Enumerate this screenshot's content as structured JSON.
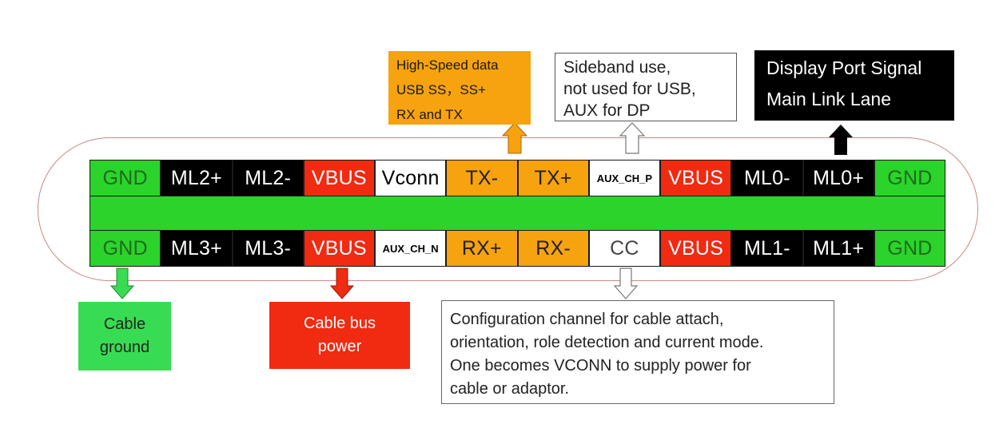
{
  "pins": {
    "top": [
      {
        "label": "GND",
        "bg": "#2bd32b",
        "fg": "#1d6b1d"
      },
      {
        "label": "ML2+",
        "bg": "#000000",
        "fg": "#ffffff"
      },
      {
        "label": "ML2-",
        "bg": "#000000",
        "fg": "#ffffff"
      },
      {
        "label": "VBUS",
        "bg": "#f12a12",
        "fg": "#ffffff"
      },
      {
        "label": "Vconn",
        "bg": "#ffffff",
        "fg": "#000000"
      },
      {
        "label": "TX-",
        "bg": "#f7a20f",
        "fg": "#222222"
      },
      {
        "label": "TX+",
        "bg": "#f7a20f",
        "fg": "#222222"
      },
      {
        "label": "AUX_CH_P",
        "bg": "#ffffff",
        "fg": "#000000",
        "small": true
      },
      {
        "label": "VBUS",
        "bg": "#f12a12",
        "fg": "#ffffff"
      },
      {
        "label": "ML0-",
        "bg": "#000000",
        "fg": "#ffffff"
      },
      {
        "label": "ML0+",
        "bg": "#000000",
        "fg": "#ffffff"
      },
      {
        "label": "GND",
        "bg": "#2bd32b",
        "fg": "#1d6b1d"
      }
    ],
    "bottom": [
      {
        "label": "GND",
        "bg": "#2bd32b",
        "fg": "#1d6b1d"
      },
      {
        "label": "ML3+",
        "bg": "#000000",
        "fg": "#ffffff"
      },
      {
        "label": "ML3-",
        "bg": "#000000",
        "fg": "#ffffff"
      },
      {
        "label": "VBUS",
        "bg": "#f12a12",
        "fg": "#ffffff"
      },
      {
        "label": "AUX_CH_N",
        "bg": "#ffffff",
        "fg": "#000000",
        "small": true
      },
      {
        "label": "RX+",
        "bg": "#f7a20f",
        "fg": "#222222"
      },
      {
        "label": "RX-",
        "bg": "#f7a20f",
        "fg": "#222222"
      },
      {
        "label": "CC",
        "bg": "#ffffff",
        "fg": "#444444"
      },
      {
        "label": "VBUS",
        "bg": "#f12a12",
        "fg": "#ffffff"
      },
      {
        "label": "ML1-",
        "bg": "#000000",
        "fg": "#ffffff"
      },
      {
        "label": "ML1+",
        "bg": "#000000",
        "fg": "#ffffff"
      },
      {
        "label": "GND",
        "bg": "#2bd32b",
        "fg": "#1d6b1d"
      }
    ]
  },
  "notes": {
    "high_speed": {
      "lines": [
        "High-Speed data",
        "USB SS，SS+",
        "RX and TX"
      ]
    },
    "sideband": {
      "lines": [
        "Sideband use,",
        "not used for USB,",
        "AUX for DP"
      ]
    },
    "display_port": {
      "lines": [
        "Display Port Signal",
        "Main Link Lane"
      ]
    },
    "cable_ground": {
      "lines": [
        "Cable",
        "ground"
      ]
    },
    "cable_bus_power": {
      "lines": [
        "Cable bus",
        "power"
      ]
    },
    "configuration": {
      "lines": [
        "Configuration channel for cable attach,",
        "orientation, role detection and current mode.",
        "One becomes VCONN to supply power for",
        "cable or adaptor."
      ]
    }
  },
  "colors": {
    "ground": "#2bd32b",
    "vbus": "#f12a12",
    "high_speed": "#f7a20f",
    "display_port": "#000000",
    "sideband": "#ffffff",
    "outline": "#c98787"
  }
}
